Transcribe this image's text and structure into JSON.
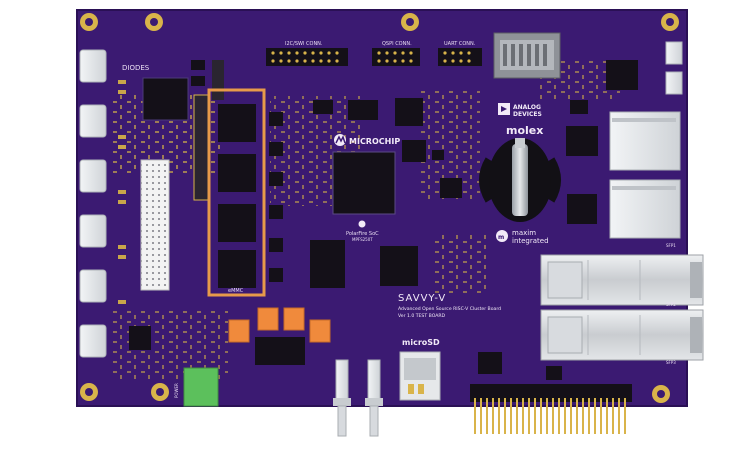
{
  "board": {
    "name": "SAVVY-V",
    "subtitle": "Advanced Open Source RISC-V Cluster Board",
    "version": "Ver 1.0 TEST BOARD",
    "colors": {
      "pcb": "#3b1a72",
      "pcb_edge": "#2a1055",
      "gold": "#d9b44a",
      "chip": "#141018",
      "silver": "#d7dade",
      "orange": "#f08a3c",
      "green": "#5cc05c"
    }
  },
  "silkscreen": {
    "connector_left": "I2C/SWI CONN.",
    "connector_mid": "QSPI CONN.",
    "connector_right": "UART CONN.",
    "diodes": "DIODES",
    "emmc": "eMMC",
    "microchip_logo": "MICROCHIP",
    "polarfire": "PolarFire SoC",
    "polarfire_sub": "MPFS250T",
    "analog_1": "ANALOG",
    "analog_2": "DEVICES",
    "molex": "molex",
    "maxim_1": "maxim",
    "maxim_2": "integrated",
    "microsd": "microSD",
    "power": "POWER",
    "sfp1": "SFP1",
    "sfp2": "SFP2",
    "sfp3": "SFP3"
  },
  "icons": {
    "microchip_logo_icon": "microchip-logo",
    "analog_devices_logo_icon": "analog-devices-triangle",
    "maxim_logo_icon": "maxim-logo",
    "microsd_logo_icon": "microsd-logo"
  }
}
